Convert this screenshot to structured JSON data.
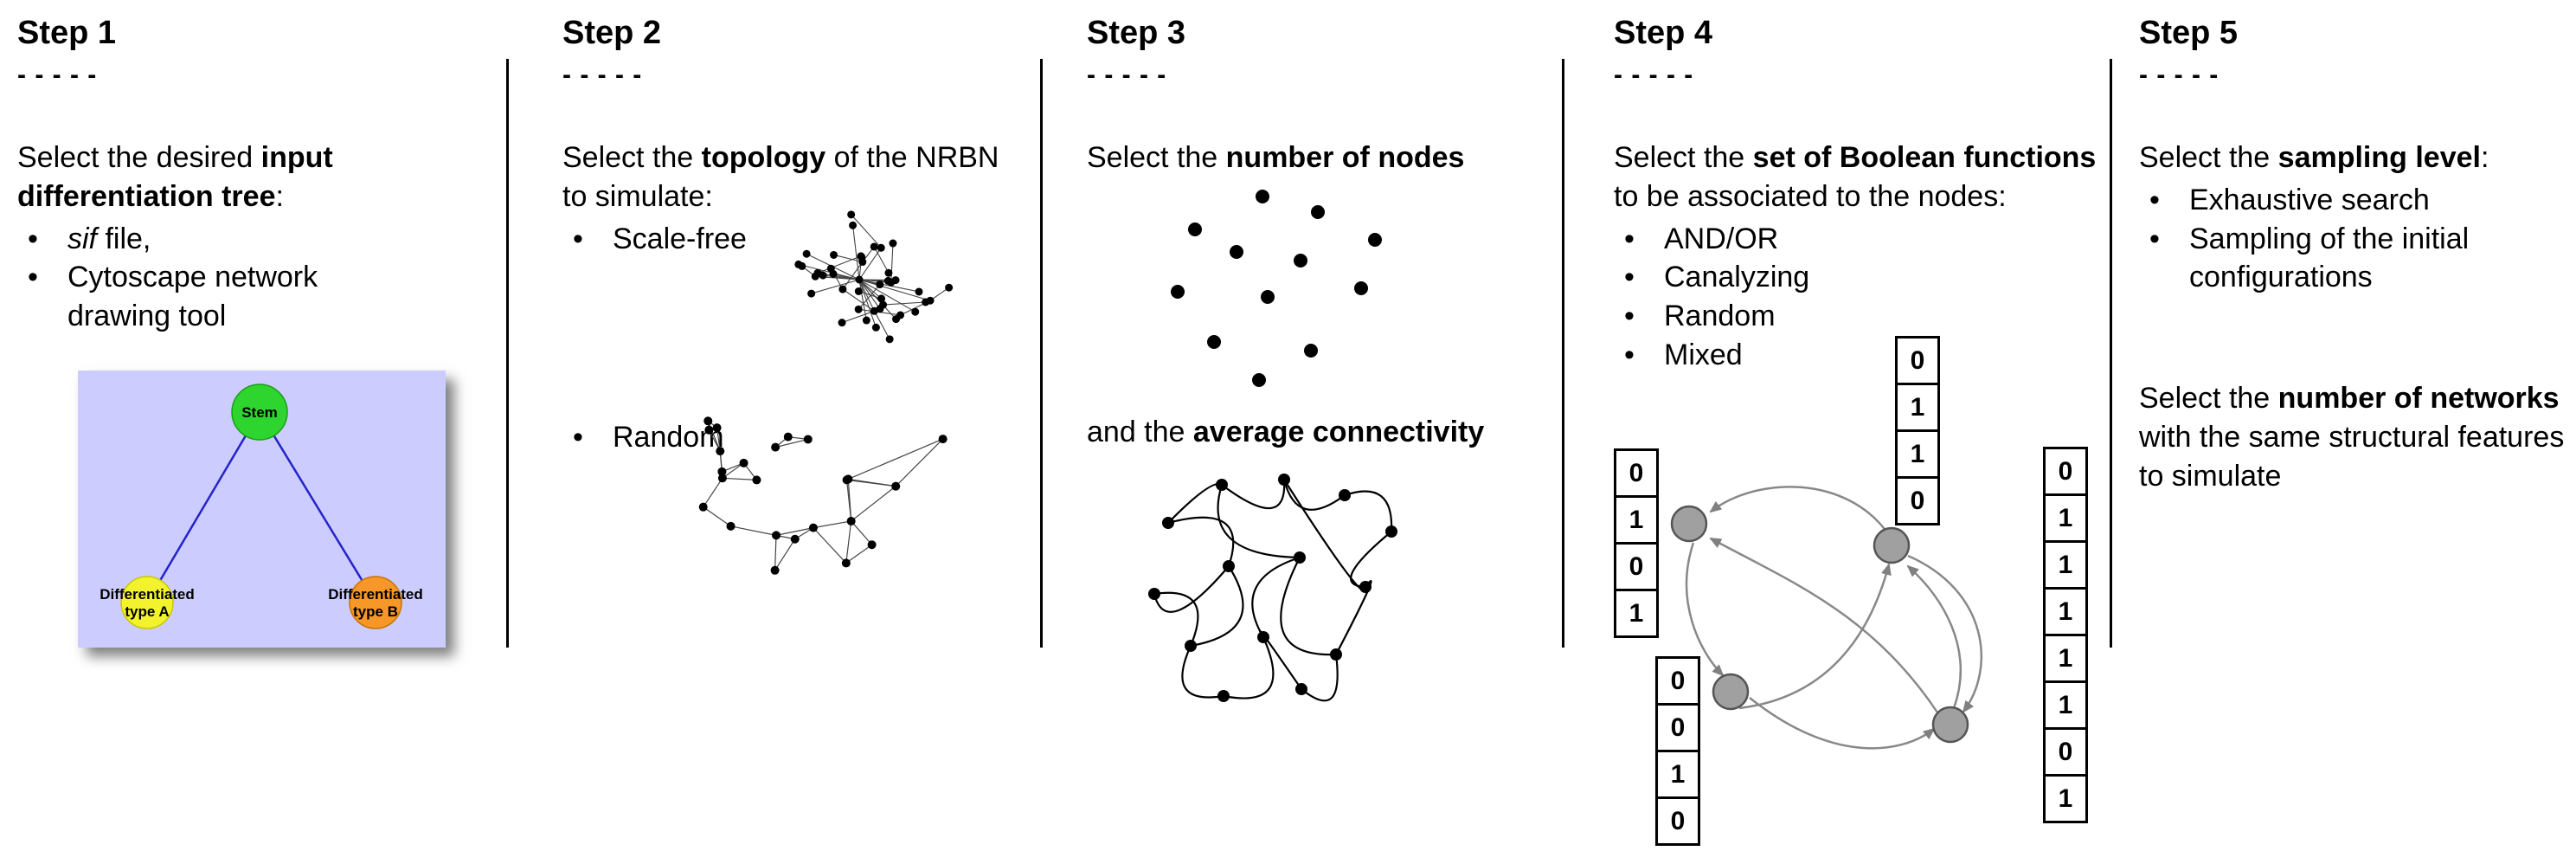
{
  "bullet_char": "•",
  "colors": {
    "stem_node": "#2ed52e",
    "type_a_node": "#f2f22e",
    "type_b_node": "#f79727",
    "tree_background": "#ccccfe",
    "tree_edge": "#2323c8",
    "boolean_node": "#a0a0a0",
    "arrow_gray": "#888888"
  },
  "steps": [
    {
      "title": "Step 1",
      "dashes": "- - - - -",
      "para": {
        "pre": "Select the desired ",
        "bold": "input differentiation tree",
        "post": ":"
      },
      "bullets": [
        {
          "italic": "sif",
          "text": " file,"
        },
        {
          "text": "Cytoscape network drawing tool"
        }
      ],
      "tree": {
        "root": "Stem",
        "left_line1": "Differentiated",
        "left_line2": "type A",
        "right_line1": "Differentiated",
        "right_line2": "type B"
      }
    },
    {
      "title": "Step 2",
      "dashes": "- - - - -",
      "para": {
        "pre": "Select the ",
        "bold": "topology",
        "post": " of the NRBN to simulate:"
      },
      "bullets": [
        {
          "text": "Scale-free"
        },
        {
          "text": "Random"
        }
      ]
    },
    {
      "title": "Step 3",
      "dashes": "- - - - -",
      "para": {
        "pre": "Select the ",
        "bold": "number of nodes",
        "post": ""
      },
      "para2": {
        "pre": "and the ",
        "bold": "average connectivity",
        "post": ""
      }
    },
    {
      "title": "Step 4",
      "dashes": "- - - - -",
      "para": {
        "pre": "Select the ",
        "bold": "set of Boolean functions",
        "post": " to be associated to the nodes:"
      },
      "bullets": [
        {
          "text": "AND/OR"
        },
        {
          "text": "Canalyzing"
        },
        {
          "text": "Random"
        },
        {
          "text": "Mixed"
        }
      ],
      "truth_tables": {
        "top": [
          "0",
          "1",
          "1",
          "0"
        ],
        "left": [
          "0",
          "1",
          "0",
          "1"
        ],
        "bottom_left": [
          "0",
          "0",
          "1",
          "0"
        ],
        "right": [
          "0",
          "1",
          "1",
          "1",
          "1",
          "1",
          "0",
          "1"
        ]
      }
    },
    {
      "title": "Step 5",
      "dashes": "- - - - -",
      "para": {
        "pre": "Select the ",
        "bold": "sampling level",
        "post": ":"
      },
      "bullets": [
        {
          "text": "Exhaustive search"
        },
        {
          "text": "Sampling of the initial configurations"
        }
      ],
      "para2": {
        "pre": "Select the ",
        "bold": "number of networks",
        "post": " with the same structural features to simulate"
      }
    }
  ]
}
